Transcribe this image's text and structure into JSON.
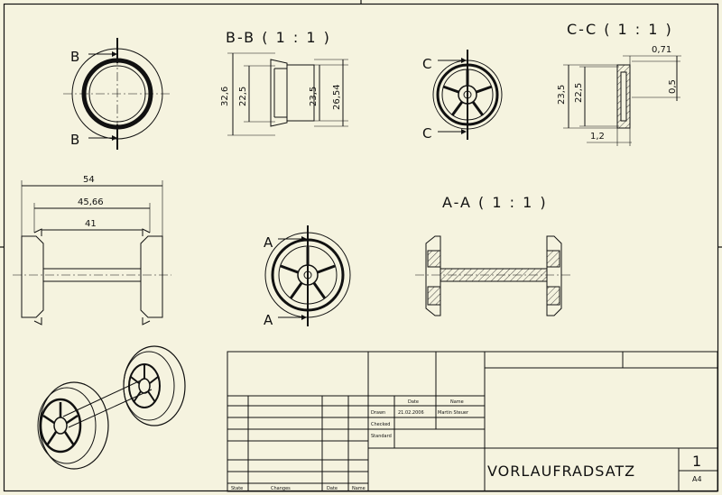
{
  "views": {
    "bb_title": "B-B  ( 1 : 1 )",
    "cc_title": "C-C  ( 1 : 1 )",
    "aa_title": "A-A  ( 1 : 1 )"
  },
  "section_marks": {
    "b": "B",
    "c": "C",
    "a": "A"
  },
  "dimensions": {
    "bb_outer": "32,6",
    "bb_inner": "22,5",
    "bb_right1": "23,5",
    "bb_right2": "26,54",
    "cc_left1": "23,5",
    "cc_left2": "22,5",
    "cc_top": "0,71",
    "cc_right": "0,5",
    "cc_bottom": "1,2",
    "len_total": "54",
    "len_mid": "45,66",
    "len_inner": "41"
  },
  "title_block": {
    "col_date": "Date",
    "col_name": "Name",
    "row_drawn": "Drawn",
    "row_checked": "Checked",
    "row_standard": "Standard",
    "drawn_date": "21.02.2006",
    "drawn_name": "Martin Steuer",
    "title": "VORLAUFRADSATZ",
    "sheet_no": "1",
    "sheet_size": "A4",
    "foot_state": "State",
    "foot_changes": "Changes",
    "foot_date": "Date",
    "foot_name": "Name"
  }
}
